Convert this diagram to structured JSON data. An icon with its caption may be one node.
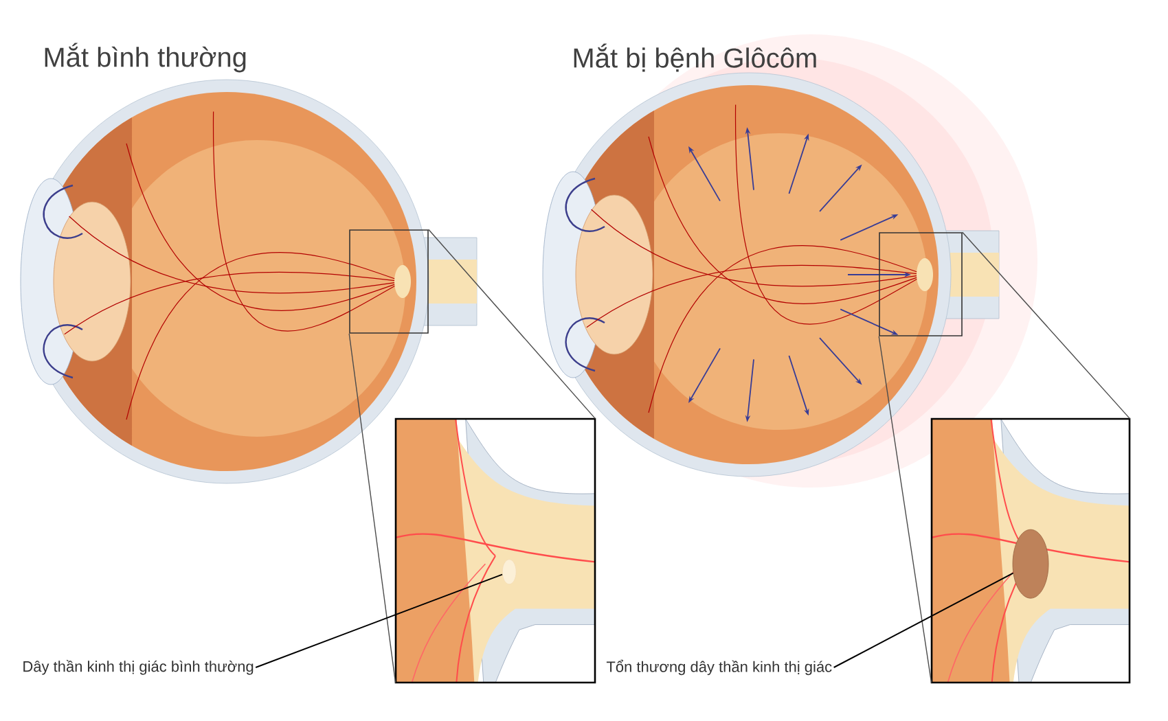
{
  "diagram": {
    "nodes": [
      {
        "text": [],
        "shape": "picture",
        "beside": [
          "Mắt bình thường"
        ]
      },
      {
        "text": [],
        "shape": "box",
        "in": 0
      },
      {
        "text": [],
        "shape": "picture"
      },
      {
        "text": [],
        "shape": "circle",
        "in": 2
      },
      {
        "text": [
          "Dây thần kinh thị giác bình thường"
        ]
      },
      {
        "text": [],
        "shape": "picture",
        "beside": [
          "Mắt bị bệnh Glôcôm"
        ]
      },
      {
        "text": [],
        "shape": "box",
        "in": 5
      },
      {
        "text": [],
        "shape": "picture"
      },
      {
        "text": [],
        "shape": "circle",
        "in": 7
      },
      {
        "text": [
          "Tổn thương dây thần kinh thị giác"
        ]
      }
    ],
    "edges": [
      {
        "from": 1,
        "to": 2,
        "arrow": "none"
      },
      {
        "from": 1,
        "to": 2,
        "arrow": "none"
      },
      {
        "from": 4,
        "to": 3,
        "arrow": "none"
      },
      {
        "from": 6,
        "to": 7,
        "arrow": "none"
      },
      {
        "from": 6,
        "to": 7,
        "arrow": "none"
      },
      {
        "from": 9,
        "to": 8,
        "arrow": "none"
      }
    ]
  }
}
